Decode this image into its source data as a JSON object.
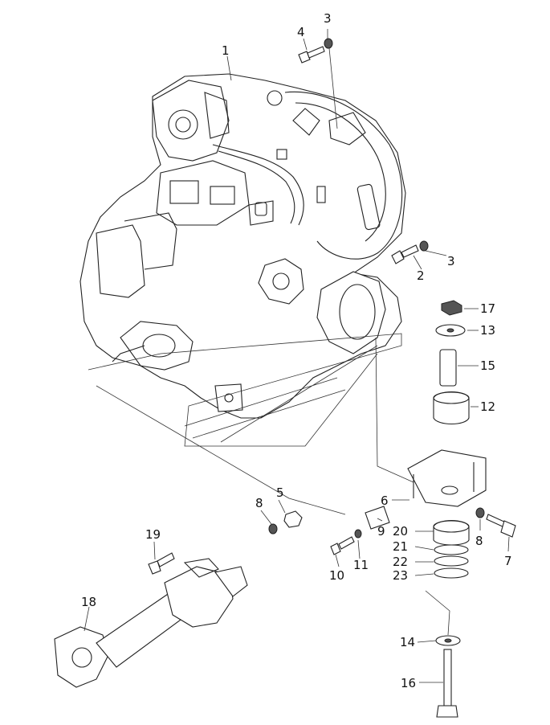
{
  "callouts": [
    {
      "id": "c1",
      "label": "1"
    },
    {
      "id": "c2",
      "label": "2"
    },
    {
      "id": "c3a",
      "label": "3"
    },
    {
      "id": "c3b",
      "label": "3"
    },
    {
      "id": "c4",
      "label": "4"
    },
    {
      "id": "c5",
      "label": "5"
    },
    {
      "id": "c6",
      "label": "6"
    },
    {
      "id": "c7",
      "label": "7"
    },
    {
      "id": "c8a",
      "label": "8"
    },
    {
      "id": "c8b",
      "label": "8"
    },
    {
      "id": "c9",
      "label": "9"
    },
    {
      "id": "c10",
      "label": "10"
    },
    {
      "id": "c11",
      "label": "11"
    },
    {
      "id": "c12",
      "label": "12"
    },
    {
      "id": "c13",
      "label": "13"
    },
    {
      "id": "c14",
      "label": "14"
    },
    {
      "id": "c15",
      "label": "15"
    },
    {
      "id": "c16",
      "label": "16"
    },
    {
      "id": "c17",
      "label": "17"
    },
    {
      "id": "c18",
      "label": "18"
    },
    {
      "id": "c19",
      "label": "19"
    },
    {
      "id": "c20",
      "label": "20"
    },
    {
      "id": "c21",
      "label": "21"
    },
    {
      "id": "c22",
      "label": "22"
    },
    {
      "id": "c23",
      "label": "23"
    }
  ]
}
